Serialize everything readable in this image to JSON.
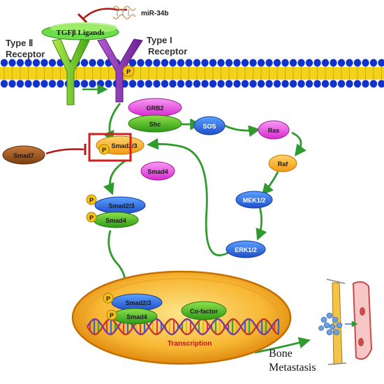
{
  "ligands": "TGFβ Ligands",
  "mirna": "miR-34b",
  "receptor_type2": [
    "Type Ⅱ",
    "Receptor"
  ],
  "receptor_type1": [
    "Type I",
    "Receptor"
  ],
  "phospho": "P",
  "nodes": {
    "grb2": "GRB2",
    "shc": "Shc",
    "sos": "SOS",
    "ras": "Ras",
    "raf": "Raf",
    "mek": "MEK1/2",
    "erk": "ERK1/2",
    "smad7": "Smad7",
    "smad23": "Smad2/3",
    "smad4": "Smad4",
    "cofactor": "Co-factor"
  },
  "transcription": "Transcription",
  "outcome": [
    "Bone",
    "Metastasis"
  ],
  "colors": {
    "arrow": "#2f9a2f",
    "inhibit": "#b01818",
    "highlight_box": "#d12020",
    "membrane_head": "#1133cc",
    "membrane_tail": "#f2d21b",
    "nucleus": "#f0a11a"
  }
}
